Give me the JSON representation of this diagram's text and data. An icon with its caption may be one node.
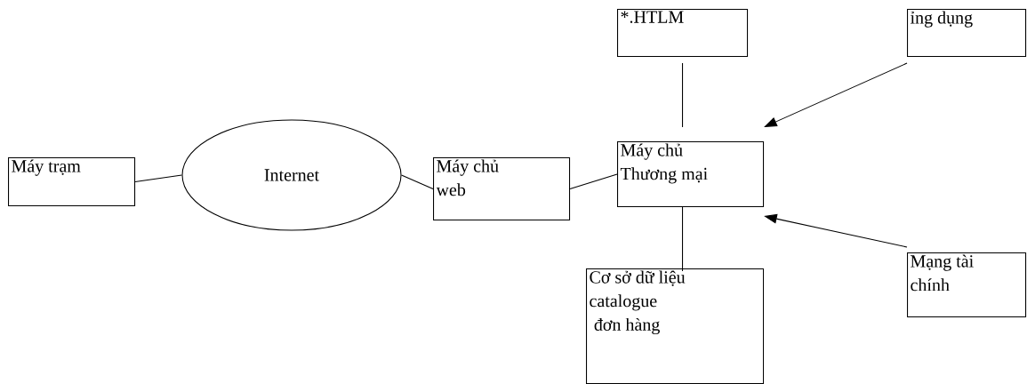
{
  "diagram": {
    "nodes": [
      {
        "text": [
          "Máy trạm"
        ]
      },
      {
        "text": [
          "Internet"
        ]
      },
      {
        "text": [
          "Máy chủ web"
        ]
      },
      {
        "text": [
          "*.HTLM"
        ]
      },
      {
        "text": [
          "Máy chủ Thương mại"
        ]
      },
      {
        "text": [
          "ỉng dụng"
        ]
      },
      {
        "text": [
          "Cơ sở dữ liệu",
          "catalogue",
          "đơn hàng"
        ]
      },
      {
        "text": [
          "Mạng tài chính"
        ]
      }
    ],
    "edges": [
      {
        "from": 0,
        "to": 1,
        "arrow": "none"
      },
      {
        "from": 1,
        "to": 2,
        "arrow": "none"
      },
      {
        "from": 2,
        "to": 4,
        "arrow": "none"
      },
      {
        "from": 3,
        "to": 4,
        "arrow": "none"
      },
      {
        "from": 4,
        "to": 6,
        "arrow": "none"
      },
      {
        "from": 5,
        "to": 4,
        "arrow": "to"
      },
      {
        "from": 7,
        "to": 4,
        "arrow": "to"
      }
    ]
  }
}
